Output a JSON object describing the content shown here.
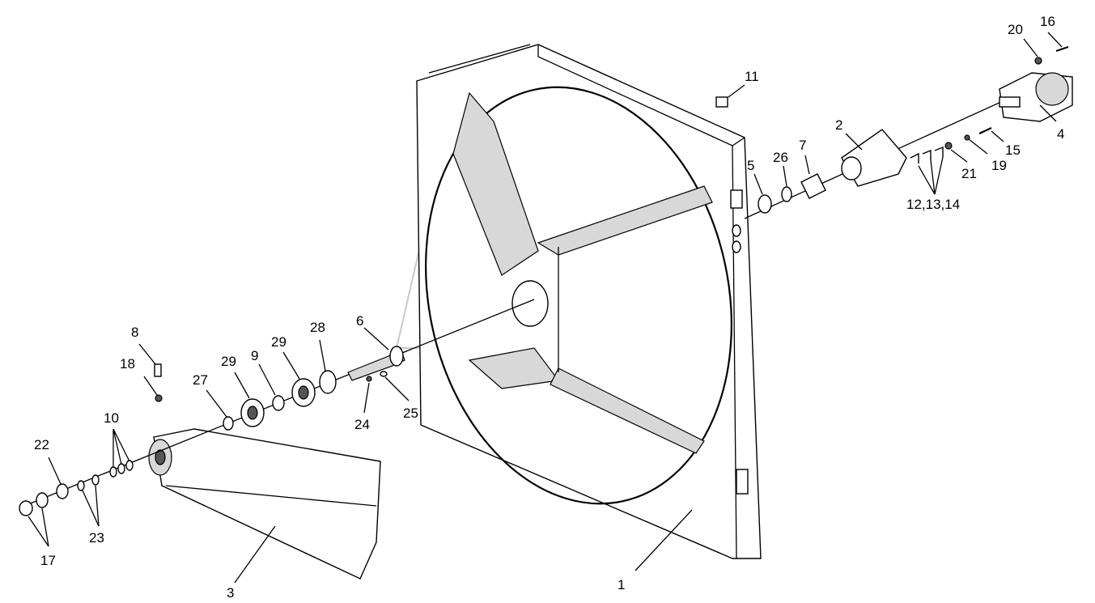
{
  "callouts": [
    {
      "id": "c1",
      "text": "1"
    },
    {
      "id": "c2",
      "text": "2"
    },
    {
      "id": "c3",
      "text": "3"
    },
    {
      "id": "c4",
      "text": "4"
    },
    {
      "id": "c5",
      "text": "5"
    },
    {
      "id": "c6",
      "text": "6"
    },
    {
      "id": "c7",
      "text": "7"
    },
    {
      "id": "c8",
      "text": "8"
    },
    {
      "id": "c9",
      "text": "9"
    },
    {
      "id": "c10",
      "text": "10"
    },
    {
      "id": "c11",
      "text": "11"
    },
    {
      "id": "c12",
      "text": "12,13,14"
    },
    {
      "id": "c15",
      "text": "15"
    },
    {
      "id": "c16",
      "text": "16"
    },
    {
      "id": "c17",
      "text": "17"
    },
    {
      "id": "c18",
      "text": "18"
    },
    {
      "id": "c19",
      "text": "19"
    },
    {
      "id": "c20",
      "text": "20"
    },
    {
      "id": "c21",
      "text": "21"
    },
    {
      "id": "c22",
      "text": "22"
    },
    {
      "id": "c23",
      "text": "23"
    },
    {
      "id": "c24",
      "text": "24"
    },
    {
      "id": "c25",
      "text": "25"
    },
    {
      "id": "c26",
      "text": "26"
    },
    {
      "id": "c27",
      "text": "27"
    },
    {
      "id": "c28",
      "text": "28"
    },
    {
      "id": "c29a",
      "text": "29"
    },
    {
      "id": "c29b",
      "text": "29"
    }
  ]
}
